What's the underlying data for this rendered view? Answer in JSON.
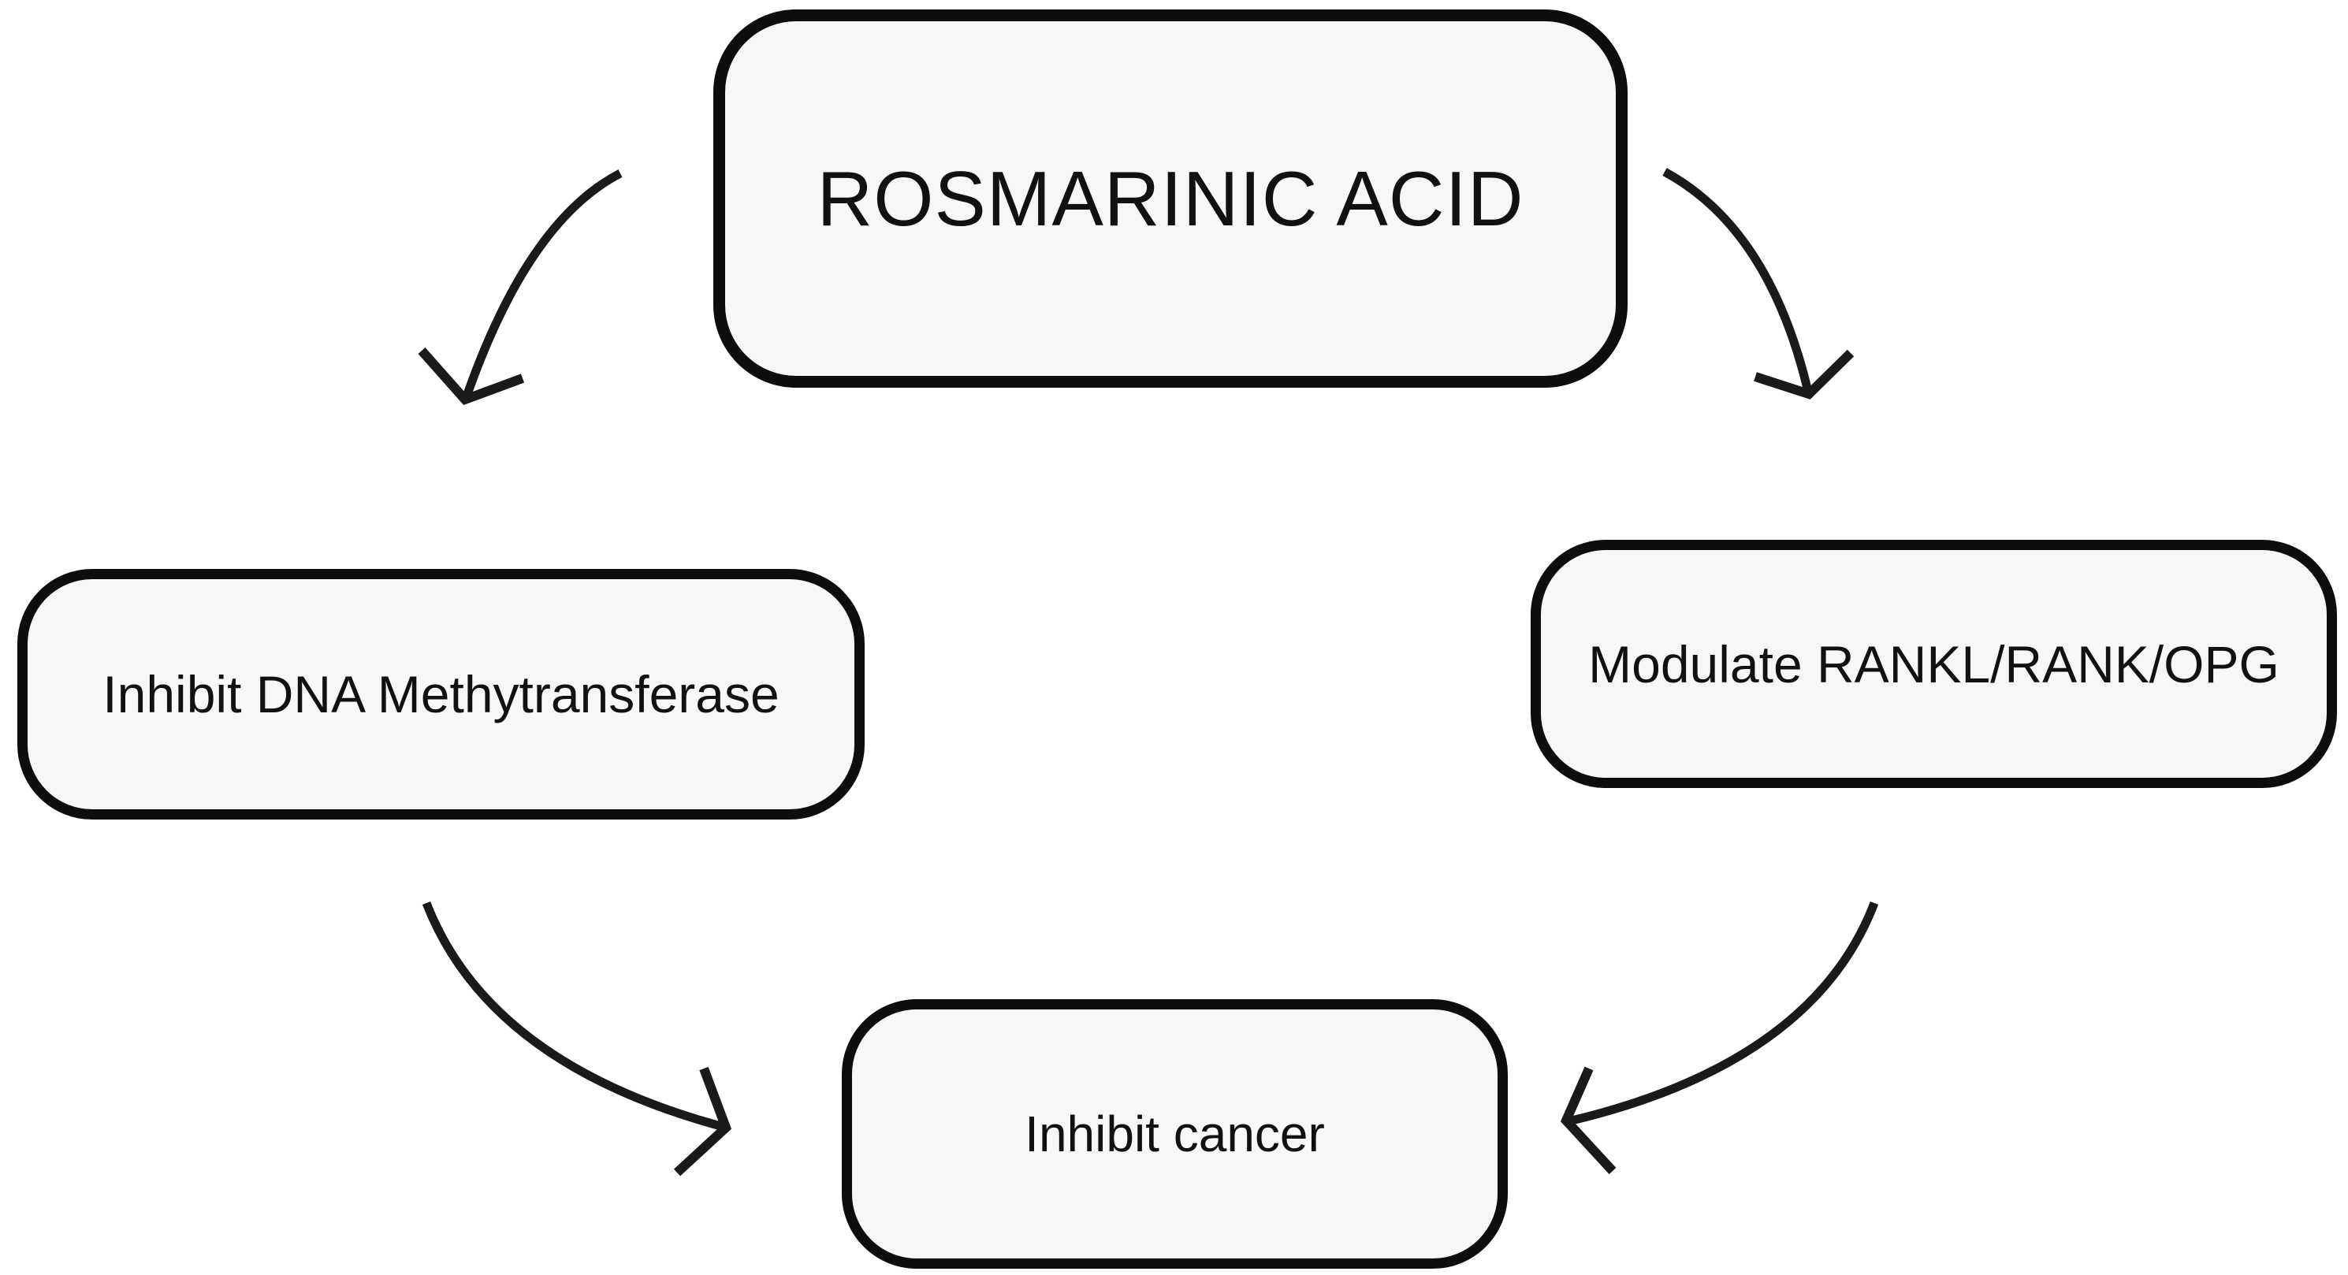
{
  "diagram": {
    "nodes": {
      "rosmarinic_acid": {
        "label": "ROSMARINIC ACID"
      },
      "inhibit_dna_methytransferase": {
        "label": "Inhibit DNA Methytransferase"
      },
      "modulate_rankl_rank_opg": {
        "label": "Modulate RANKL/RANK/OPG"
      },
      "inhibit_cancer": {
        "label": "Inhibit cancer"
      }
    },
    "edges": [
      {
        "from": "rosmarinic_acid",
        "to": "inhibit_dna_methytransferase"
      },
      {
        "from": "rosmarinic_acid",
        "to": "modulate_rankl_rank_opg"
      },
      {
        "from": "inhibit_dna_methytransferase",
        "to": "inhibit_cancer"
      },
      {
        "from": "modulate_rankl_rank_opg",
        "to": "inhibit_cancer"
      }
    ]
  },
  "colors": {
    "background": "#ffffff",
    "node_fill": "#f8f6f6",
    "node_border": "#0d0d0d",
    "arrow": "#1a1a1a",
    "text": "#111111"
  }
}
